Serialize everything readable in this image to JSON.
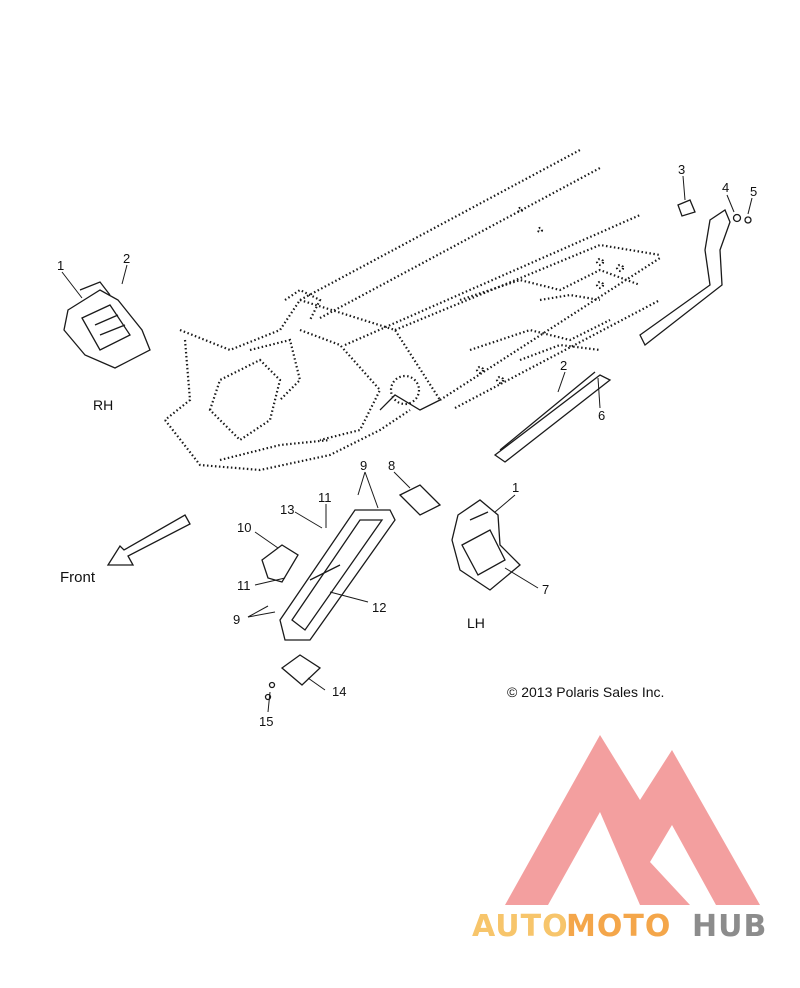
{
  "callouts": [
    {
      "id": "c1a",
      "label": "1"
    },
    {
      "id": "c2a",
      "label": "2"
    },
    {
      "id": "c3",
      "label": "3"
    },
    {
      "id": "c4",
      "label": "4"
    },
    {
      "id": "c5",
      "label": "5"
    },
    {
      "id": "c2b",
      "label": "2"
    },
    {
      "id": "c6",
      "label": "6"
    },
    {
      "id": "c9a",
      "label": "9"
    },
    {
      "id": "c8",
      "label": "8"
    },
    {
      "id": "c1b",
      "label": "1"
    },
    {
      "id": "c11a",
      "label": "11"
    },
    {
      "id": "c13",
      "label": "13"
    },
    {
      "id": "c10",
      "label": "10"
    },
    {
      "id": "c11b",
      "label": "11"
    },
    {
      "id": "c7",
      "label": "7"
    },
    {
      "id": "c12",
      "label": "12"
    },
    {
      "id": "c9b",
      "label": "9"
    },
    {
      "id": "c14",
      "label": "14"
    },
    {
      "id": "c15",
      "label": "15"
    }
  ],
  "side_labels": {
    "rh": "RH",
    "lh": "LH"
  },
  "front_label": "Front",
  "copyright": "© 2013 Polaris Sales Inc.",
  "watermark": {
    "word_part1": "AUTO",
    "word_part2": "MOTO",
    "word_part3": "HUB",
    "colors": {
      "triangle": "#f29a9a",
      "auto": "#f7c56b",
      "moto": "#f4a64a",
      "hub": "#8c8c8c"
    }
  }
}
